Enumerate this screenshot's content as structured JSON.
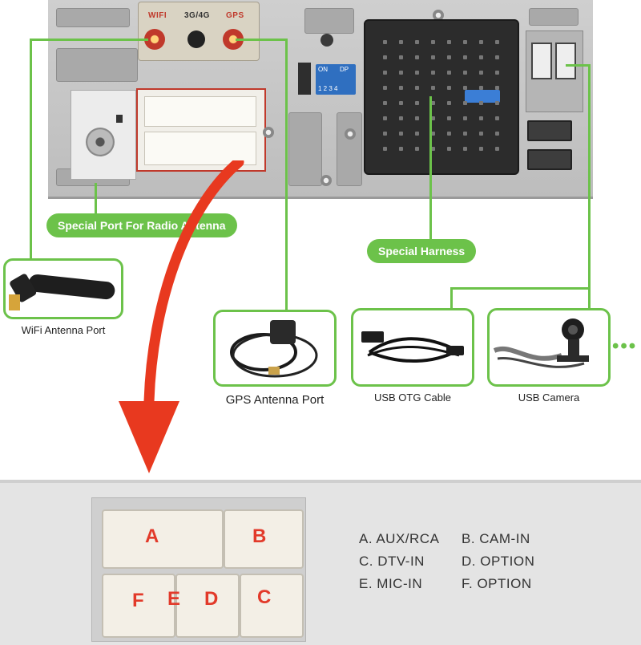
{
  "device": {
    "port_labels": [
      "WIFI",
      "3G/4G",
      "GPS"
    ],
    "dip_labels": {
      "on": "ON",
      "dp": "DP",
      "numbers": "1 2 3 4"
    }
  },
  "callouts": {
    "radio": "Special Port For Radio Antenna",
    "harness": "Special Harness",
    "wifi": "WiFi Antenna Port",
    "gps": "GPS Antenna Port",
    "usb_otg": "USB OTG Cable",
    "usb_camera": "USB Camera",
    "more": "•••"
  },
  "connector_letters": [
    "A",
    "B",
    "F",
    "E",
    "D",
    "C"
  ],
  "legend": [
    [
      "A. AUX/RCA",
      "B. CAM-IN"
    ],
    [
      "C. DTV-IN",
      "D. OPTION"
    ],
    [
      "E. MIC-IN",
      "F. OPTION"
    ]
  ],
  "colors": {
    "accent_green": "#6cc24a",
    "arrow_red": "#e8391f"
  },
  "icons": [
    "antenna-icon",
    "gps-antenna-icon",
    "usb-cable-icon",
    "usb-camera-icon",
    "radio-port-icon"
  ]
}
